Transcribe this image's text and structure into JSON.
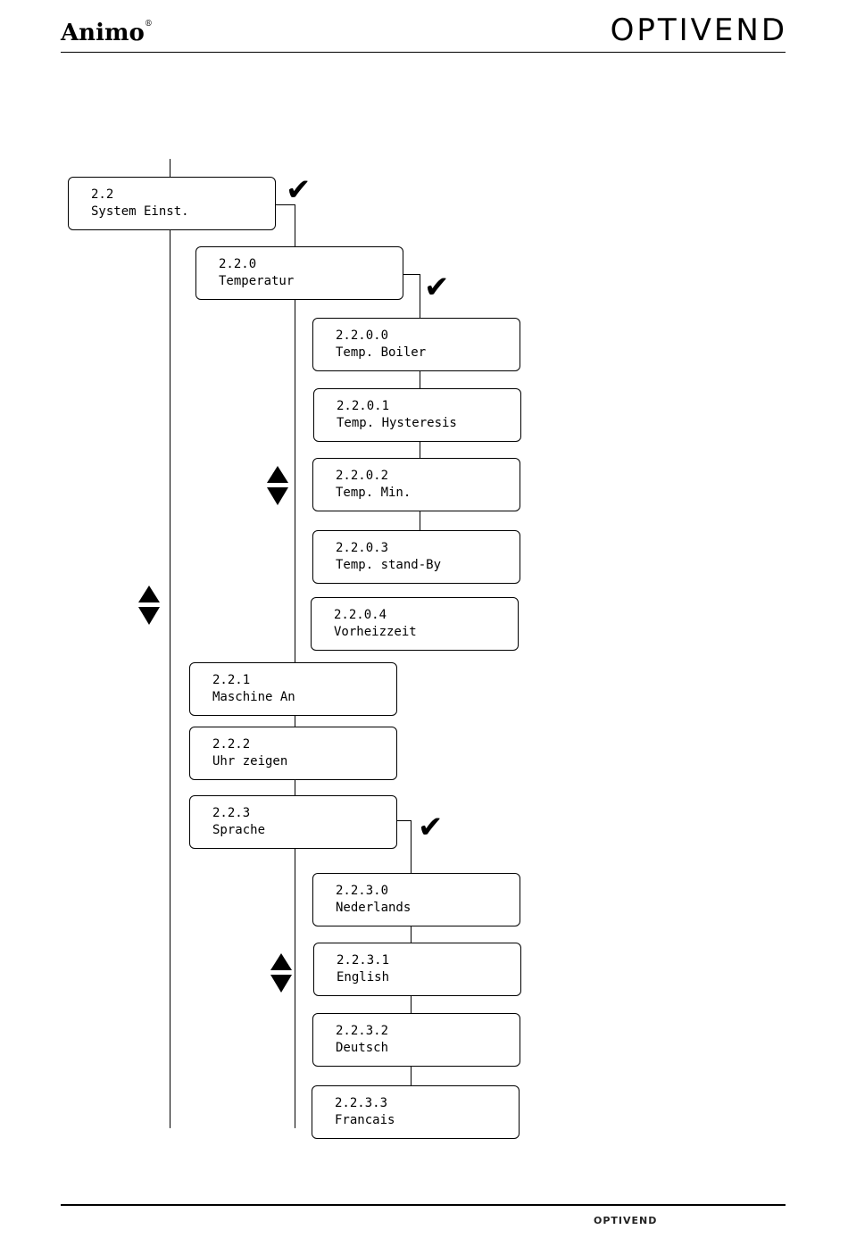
{
  "header": {
    "left_logo": "Animo",
    "left_logo_mark": "®",
    "right_logo": "OPTIVEND"
  },
  "footer": {
    "logo": "OPTIVEND"
  },
  "icons": {
    "check": "check-mark-icon",
    "scroll": "up-down-arrow-icon"
  },
  "menu": {
    "root": {
      "code": "2.2",
      "label": "System Einst."
    },
    "temperatur": {
      "code": "2.2.0",
      "label": "Temperatur"
    },
    "boiler": {
      "code": "2.2.0.0",
      "label": "Temp. Boiler"
    },
    "hysteresis": {
      "code": "2.2.0.1",
      "label": "Temp. Hysteresis"
    },
    "tempmin": {
      "code": "2.2.0.2",
      "label": "Temp. Min."
    },
    "standby": {
      "code": "2.2.0.3",
      "label": "Temp. stand-By"
    },
    "vorheiz": {
      "code": "2.2.0.4",
      "label": "Vorheizzeit"
    },
    "maschine": {
      "code": "2.2.1",
      "label": "Maschine An"
    },
    "uhr": {
      "code": "2.2.2",
      "label": "Uhr zeigen"
    },
    "sprache": {
      "code": "2.2.3",
      "label": "Sprache"
    },
    "nl": {
      "code": "2.2.3.0",
      "label": "Nederlands"
    },
    "en": {
      "code": "2.2.3.1",
      "label": "English"
    },
    "de": {
      "code": "2.2.3.2",
      "label": "Deutsch"
    },
    "fr": {
      "code": "2.2.3.3",
      "label": "Francais"
    }
  }
}
